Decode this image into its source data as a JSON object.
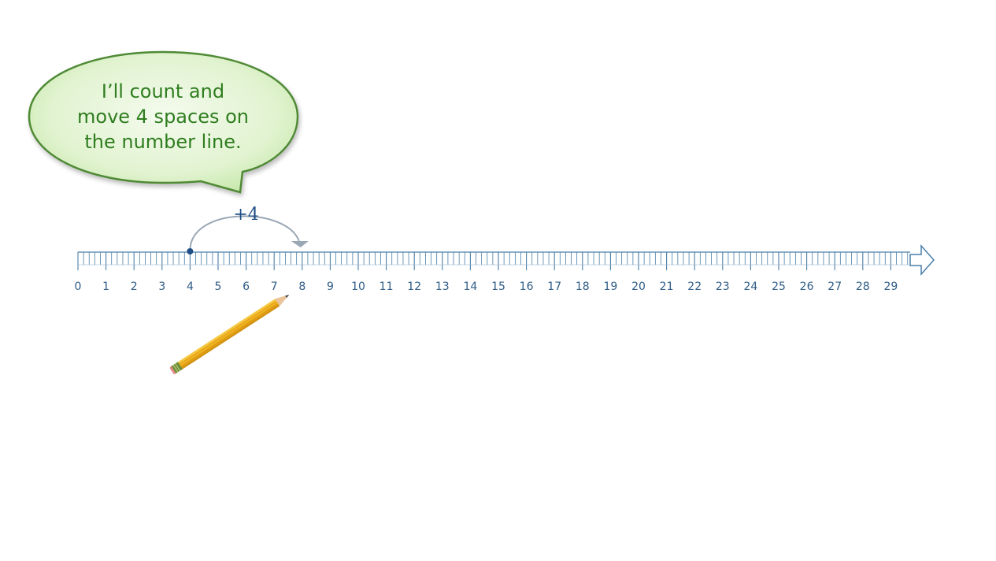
{
  "speech_bubble": {
    "lines": [
      "I’ll count and",
      "move 4 spaces on",
      "the number line."
    ]
  },
  "number_line": {
    "min": 0,
    "max": 29,
    "subdivisions": 5,
    "labels": [
      "0",
      "1",
      "2",
      "3",
      "4",
      "5",
      "6",
      "7",
      "8",
      "9",
      "10",
      "11",
      "12",
      "13",
      "14",
      "15",
      "16",
      "17",
      "18",
      "19",
      "20",
      "21",
      "22",
      "23",
      "24",
      "25",
      "26",
      "27",
      "28",
      "29"
    ]
  },
  "jump": {
    "label": "+4",
    "start": 4,
    "end": 8
  },
  "colors": {
    "bubble_fill": "#dff4cc",
    "bubble_stroke": "#4f8a35",
    "text_green": "#2f7d1f",
    "line_blue": "#4a7fa8",
    "label_blue": "#2f5c86",
    "jump_blue": "#1f4f86",
    "arc_gray": "#9aa7b6",
    "pencil_yellow": "#f2b31e"
  }
}
